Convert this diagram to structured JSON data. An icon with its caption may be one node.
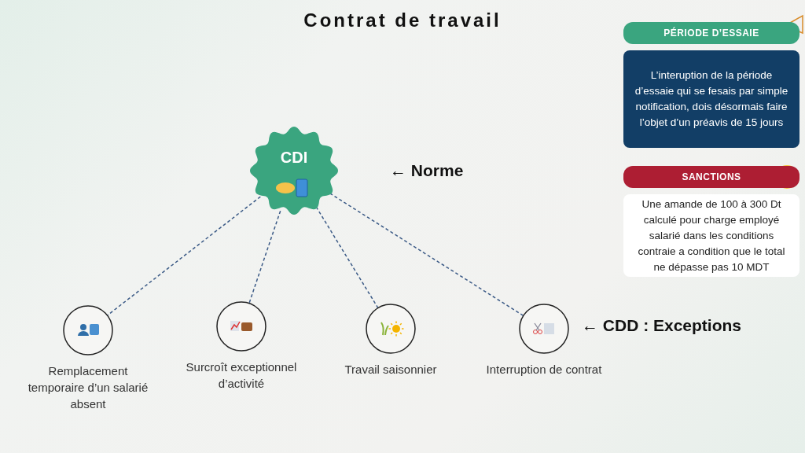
{
  "diagram": {
    "title": "Contrat de travail",
    "nodes": [
      {
        "text": [
          "CDI"
        ],
        "beside": [
          "← Norme"
        ]
      },
      {
        "text": [],
        "shape": "circle",
        "beside": [
          "Remplacement temporaire d’un salarié absent"
        ]
      },
      {
        "text": [],
        "shape": "circle",
        "beside": [
          "Surcroît exceptionnel d’activité"
        ]
      },
      {
        "text": [],
        "shape": "circle",
        "beside": [
          "Travail saisonnier"
        ]
      },
      {
        "text": [],
        "shape": "circle",
        "beside": [
          "Interruption de contrat"
        ]
      },
      {
        "text": [
          "PÉRIODE D’ESSAIE"
        ]
      },
      {
        "text": [
          "L’interuption de la période d’essaie qui se fesais par simple notification, dois désormais faire l’objet d’un préavis de 15 jours"
        ]
      },
      {
        "text": [
          "SANCTIONS"
        ]
      },
      {
        "text": [
          "Une amande de 100 à 300 Dt calculé pour charge employé salarié dans les conditions contraie a condition que le total ne dépasse pas 10 MDT"
        ]
      }
    ],
    "edges": [
      {
        "from": 0,
        "to": 1,
        "arrow": "none",
        "style": "dashed"
      },
      {
        "from": 0,
        "to": 2,
        "arrow": "none",
        "style": "dashed"
      },
      {
        "from": 0,
        "to": 3,
        "arrow": "none",
        "style": "dashed"
      },
      {
        "from": 0,
        "to": 4,
        "arrow": "none",
        "style": "dashed"
      }
    ],
    "labels": [
      "← CDD : Exceptions"
    ]
  }
}
